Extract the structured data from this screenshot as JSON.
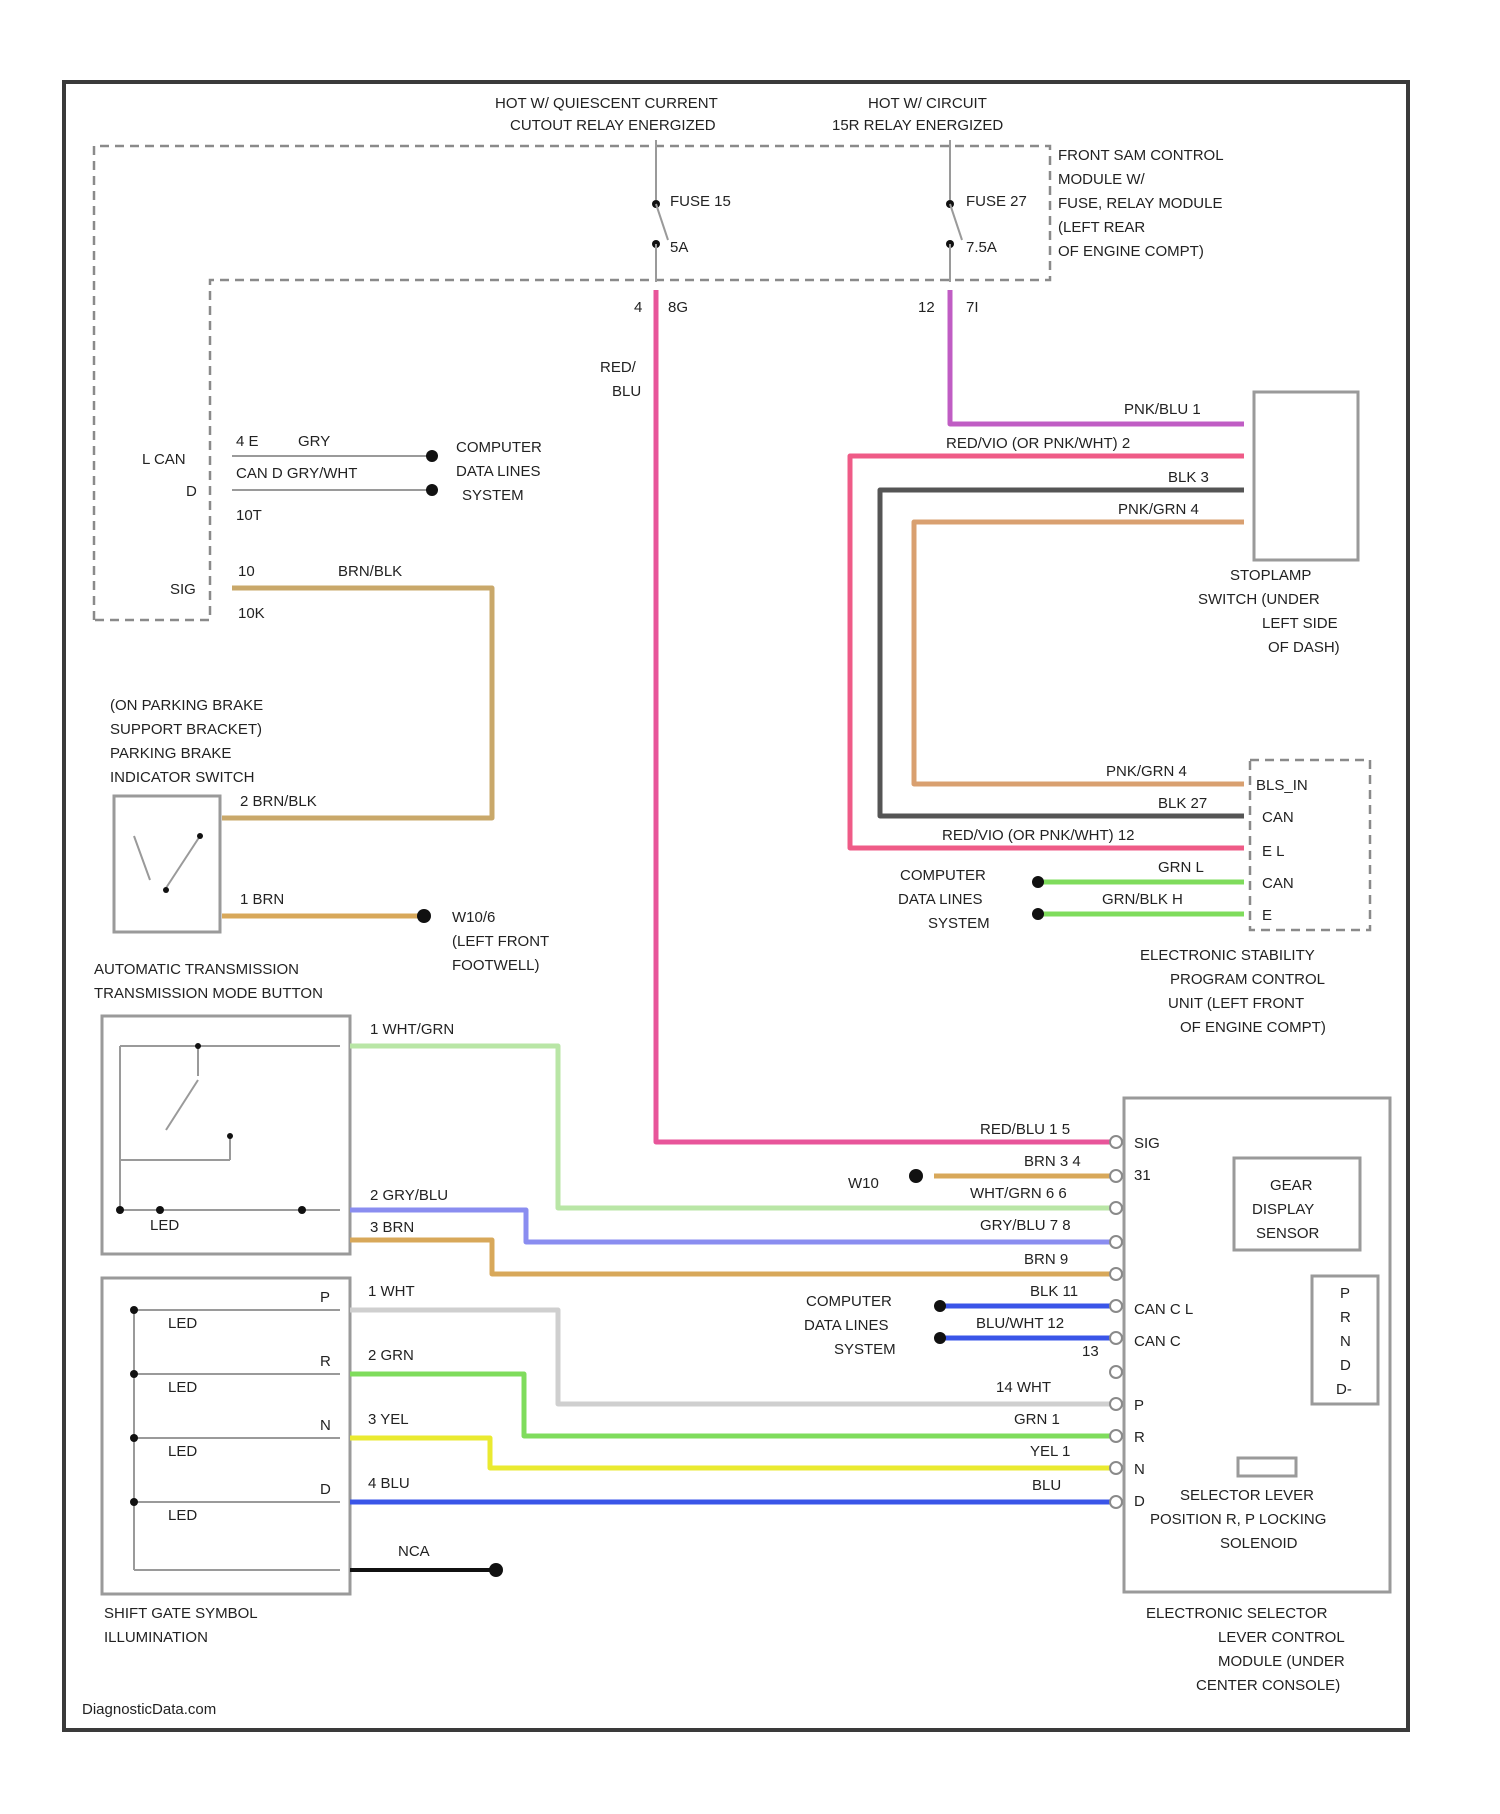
{
  "supply": {
    "left_title": [
      "HOT W/ QUIESCENT CURRENT",
      "CUTOUT RELAY ENERGIZED"
    ],
    "right_title": [
      "HOT W/ CIRCUIT",
      "15R RELAY ENERGIZED"
    ],
    "fuse_a": {
      "name": "FUSE 15",
      "rating": "5A",
      "pin": "4",
      "code": "8G"
    },
    "fuse_b": {
      "name": "FUSE 27",
      "rating": "7.5A",
      "pin": "12",
      "code": "7I"
    },
    "module_label": [
      "FRONT SAM CONTROL",
      "MODULE W/",
      "FUSE, RELAY MODULE",
      "(LEFT REAR",
      "OF ENGINE COMPT)"
    ]
  },
  "can_block": {
    "lcan": "L CAN",
    "d": "D",
    "top_pin": "4 E",
    "top_wire": "GRY",
    "mid_wire": "CAN D GRY/WHT",
    "bot_pin": "10T",
    "dest": [
      "COMPUTER",
      "DATA LINES",
      "SYSTEM"
    ],
    "sig_code": "SIG",
    "sig_pin_top": "10",
    "sig_pin_bot": "10K",
    "sig_wire": "BRN/BLK"
  },
  "red_blu_label": [
    "RED/",
    "BLU"
  ],
  "stoplamp": {
    "wires": [
      "PNK/BLU 1",
      "RED/VIO  (OR PNK/WHT) 2",
      "BLK 3",
      "PNK/GRN 4"
    ],
    "label": [
      "STOPLAMP",
      "SWITCH (UNDER",
      "LEFT SIDE",
      "OF DASH)"
    ]
  },
  "esp": {
    "wires": [
      "PNK/GRN 4",
      "BLK  27",
      "RED/VIO   (OR PNK/WHT) 12",
      "GRN  L",
      "GRN/BLK  H"
    ],
    "pins": [
      "BLS_IN",
      "CAN",
      "E L",
      "CAN",
      "E"
    ],
    "dest": [
      "COMPUTER",
      "DATA LINES",
      "SYSTEM"
    ],
    "label": [
      "ELECTRONIC STABILITY",
      "PROGRAM CONTROL",
      "UNIT (LEFT FRONT",
      "OF ENGINE COMPT)"
    ]
  },
  "parking": {
    "label": [
      "(ON PARKING BRAKE",
      "SUPPORT BRACKET)",
      "PARKING BRAKE",
      "INDICATOR SWITCH"
    ],
    "wire2": "2  BRN/BLK",
    "wire1": "1  BRN",
    "ground": [
      "W10/6",
      "(LEFT FRONT",
      "FOOTWELL)"
    ]
  },
  "mode_button": {
    "label": [
      "AUTOMATIC TRANSMISSION",
      "TRANSMISSION MODE BUTTON"
    ],
    "w1": "1  WHT/GRN",
    "w2": "2  GRY/BLU",
    "w3": "3  BRN",
    "internal": "LED"
  },
  "selector": {
    "pins": [
      "RED/BLU 1  5",
      "BRN 3  4",
      "WHT/GRN 6  6",
      "GRY/BLU 7  8",
      "BRN  9",
      "BLK  11",
      "BLU/WHT  12",
      "13",
      "14  WHT",
      "GRN  1",
      "YEL  1",
      "BLU"
    ],
    "inner_pins": [
      "SIG",
      "31",
      "CAN C L",
      "CAN C",
      "P",
      "R",
      "N",
      "D"
    ],
    "ground": "W10",
    "dest": [
      "COMPUTER",
      "DATA LINES",
      "SYSTEM"
    ],
    "gear_box": [
      "GEAR",
      "DISPLAY",
      "SENSOR"
    ],
    "prnd": [
      "P",
      "R",
      "N",
      "D",
      "D-"
    ],
    "solenoid_box": [
      "SELECTOR LEVER",
      "POSITION R, P LOCKING",
      "SOLENOID"
    ],
    "label": [
      "ELECTRONIC SELECTOR",
      "LEVER CONTROL",
      "MODULE (UNDER",
      "CENTER CONSOLE)"
    ]
  },
  "shift_gate": {
    "rows": [
      "P",
      "R",
      "N",
      "D"
    ],
    "wires": [
      "1  WHT",
      "2  GRN",
      "3  YEL",
      "4  BLU"
    ],
    "nca": "NCA",
    "label": [
      "SHIFT GATE SYMBOL",
      "ILLUMINATION"
    ],
    "led": "LED"
  },
  "watermark": "DiagnosticData.com",
  "colors": {
    "pink": "#e8559a",
    "violet": "#c05dc4",
    "black": "#555555",
    "tan": "#d9a070",
    "brnblk": "#c9a86a",
    "brn": "#d8a85a",
    "green": "#7fdc5c",
    "lightgreen": "#b9e6a6",
    "gryblu": "#8a8df0",
    "blue": "#3a55e8",
    "yellow": "#eaea30",
    "white": "#cfcfcf"
  }
}
